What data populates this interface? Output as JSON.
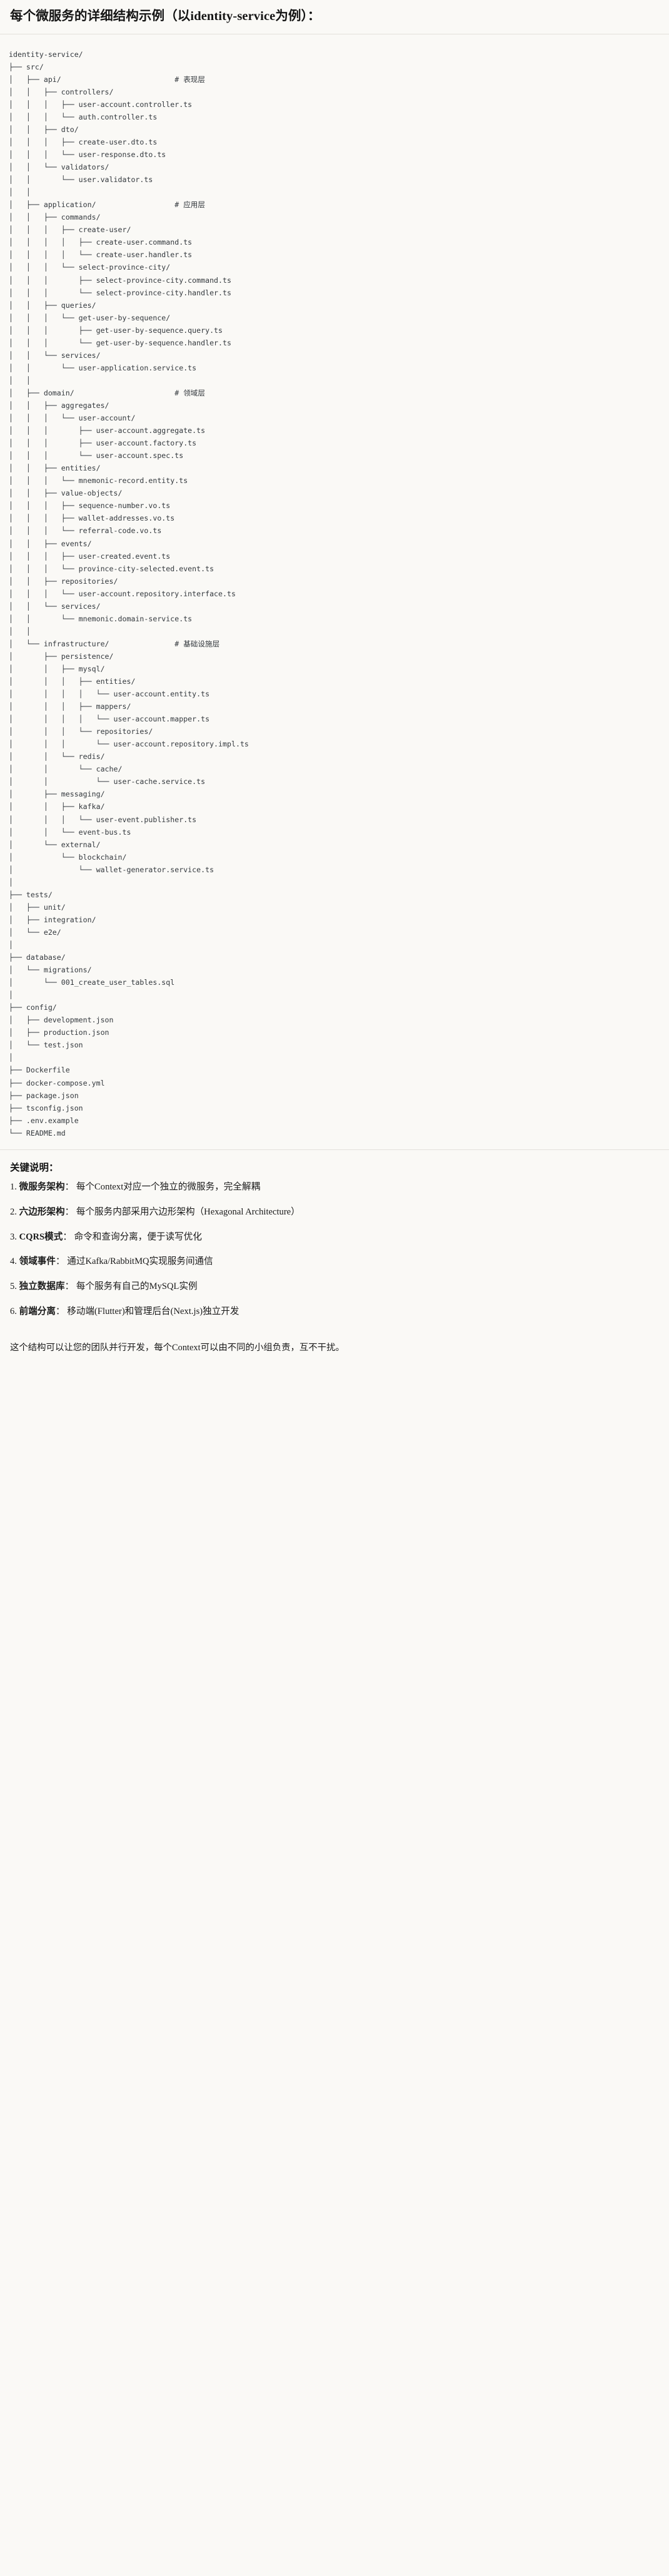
{
  "header": {
    "title": "每个微服务的详细结构示例（以identity-service为例）："
  },
  "tree": {
    "root": "identity-service/",
    "text": "identity-service/\n├── src/\n│   ├── api/                          # 表现层\n│   │   ├── controllers/\n│   │   │   ├── user-account.controller.ts\n│   │   │   └── auth.controller.ts\n│   │   ├── dto/\n│   │   │   ├── create-user.dto.ts\n│   │   │   └── user-response.dto.ts\n│   │   └── validators/\n│   │       └── user.validator.ts\n│   │\n│   ├── application/                  # 应用层\n│   │   ├── commands/\n│   │   │   ├── create-user/\n│   │   │   │   ├── create-user.command.ts\n│   │   │   │   └── create-user.handler.ts\n│   │   │   └── select-province-city/\n│   │   │       ├── select-province-city.command.ts\n│   │   │       └── select-province-city.handler.ts\n│   │   ├── queries/\n│   │   │   └── get-user-by-sequence/\n│   │   │       ├── get-user-by-sequence.query.ts\n│   │   │       └── get-user-by-sequence.handler.ts\n│   │   └── services/\n│   │       └── user-application.service.ts\n│   │\n│   ├── domain/                       # 领域层\n│   │   ├── aggregates/\n│   │   │   └── user-account/\n│   │   │       ├── user-account.aggregate.ts\n│   │   │       ├── user-account.factory.ts\n│   │   │       └── user-account.spec.ts\n│   │   ├── entities/\n│   │   │   └── mnemonic-record.entity.ts\n│   │   ├── value-objects/\n│   │   │   ├── sequence-number.vo.ts\n│   │   │   ├── wallet-addresses.vo.ts\n│   │   │   └── referral-code.vo.ts\n│   │   ├── events/\n│   │   │   ├── user-created.event.ts\n│   │   │   └── province-city-selected.event.ts\n│   │   ├── repositories/\n│   │   │   └── user-account.repository.interface.ts\n│   │   └── services/\n│   │       └── mnemonic.domain-service.ts\n│   │\n│   └── infrastructure/               # 基础设施层\n│       ├── persistence/\n│       │   ├── mysql/\n│       │   │   ├── entities/\n│       │   │   │   └── user-account.entity.ts\n│       │   │   ├── mappers/\n│       │   │   │   └── user-account.mapper.ts\n│       │   │   └── repositories/\n│       │   │       └── user-account.repository.impl.ts\n│       │   └── redis/\n│       │       └── cache/\n│       │           └── user-cache.service.ts\n│       ├── messaging/\n│       │   ├── kafka/\n│       │   │   └── user-event.publisher.ts\n│       │   └── event-bus.ts\n│       └── external/\n│           └── blockchain/\n│               └── wallet-generator.service.ts\n│\n├── tests/\n│   ├── unit/\n│   ├── integration/\n│   └── e2e/\n│\n├── database/\n│   └── migrations/\n│       └── 001_create_user_tables.sql\n│\n├── config/\n│   ├── development.json\n│   ├── production.json\n│   └── test.json\n│\n├── Dockerfile\n├── docker-compose.yml\n├── package.json\n├── tsconfig.json\n├── .env.example\n└── README.md",
    "layer_comments": [
      {
        "path": "api/",
        "comment": "# 表现层"
      },
      {
        "path": "application/",
        "comment": "# 应用层"
      },
      {
        "path": "domain/",
        "comment": "# 领域层"
      },
      {
        "path": "infrastructure/",
        "comment": "# 基础设施层"
      }
    ]
  },
  "keypoints": {
    "title": "关键说明：",
    "items": [
      {
        "num": "1.",
        "term": "微服务架构",
        "sep": "：",
        "desc": "每个Context对应一个独立的微服务，完全解耦"
      },
      {
        "num": "2.",
        "term": "六边形架构",
        "sep": "：",
        "desc": "每个服务内部采用六边形架构（Hexagonal Architecture）"
      },
      {
        "num": "3.",
        "term": "CQRS模式",
        "sep": "：",
        "desc": "命令和查询分离，便于读写优化"
      },
      {
        "num": "4.",
        "term": "领域事件",
        "sep": "：",
        "desc": "通过Kafka/RabbitMQ实现服务间通信"
      },
      {
        "num": "5.",
        "term": "独立数据库",
        "sep": "：",
        "desc": "每个服务有自己的MySQL实例"
      },
      {
        "num": "6.",
        "term": "前端分离",
        "sep": "：",
        "desc": "移动端(Flutter)和管理后台(Next.js)独立开发"
      }
    ],
    "closing": "这个结构可以让您的团队并行开发，每个Context可以由不同的小组负责，互不干扰。"
  }
}
